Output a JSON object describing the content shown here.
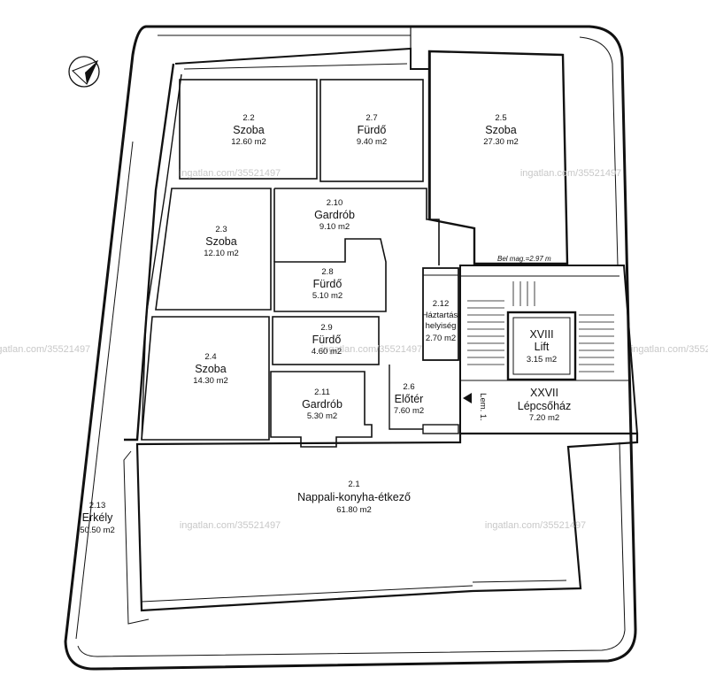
{
  "watermark": "ingatlan.com/35521497",
  "ceiling_note": "Bel mag.=2.97 m",
  "stair_mark": "Lem. 1.",
  "rooms": [
    {
      "id": "r2_2",
      "num": "2.2",
      "name": "Szoba",
      "area": "12.60 m2"
    },
    {
      "id": "r2_7",
      "num": "2.7",
      "name": "Fürdő",
      "area": "9.40 m2"
    },
    {
      "id": "r2_5",
      "num": "2.5",
      "name": "Szoba",
      "area": "27.30 m2"
    },
    {
      "id": "r2_10",
      "num": "2.10",
      "name": "Gardrób",
      "area": "9.10 m2"
    },
    {
      "id": "r2_3",
      "num": "2.3",
      "name": "Szoba",
      "area": "12.10 m2"
    },
    {
      "id": "r2_8",
      "num": "2.8",
      "name": "Fürdő",
      "area": "5.10 m2"
    },
    {
      "id": "r2_12",
      "num": "2.12",
      "name": "Háztartási helyiség",
      "area": "2.70 m2"
    },
    {
      "id": "r_lift",
      "num": "XVIII",
      "name": "Lift",
      "area": "3.15 m2"
    },
    {
      "id": "r2_9",
      "num": "2.9",
      "name": "Fürdő",
      "area": "4.60 m2"
    },
    {
      "id": "r2_4",
      "num": "2.4",
      "name": "Szoba",
      "area": "14.30 m2"
    },
    {
      "id": "r2_11",
      "num": "2.11",
      "name": "Gardrób",
      "area": "5.30 m2"
    },
    {
      "id": "r2_6",
      "num": "2.6",
      "name": "Előtér",
      "area": "7.60 m2"
    },
    {
      "id": "r_stair",
      "num": "XXVII",
      "name": "Lépcsőház",
      "area": "7.20 m2"
    },
    {
      "id": "r2_1",
      "num": "2.1",
      "name": "Nappali-konyha-étkező",
      "area": "61.80 m2"
    },
    {
      "id": "r2_13",
      "num": "2.13",
      "name": "Erkély",
      "area": "50.50 m2"
    }
  ]
}
